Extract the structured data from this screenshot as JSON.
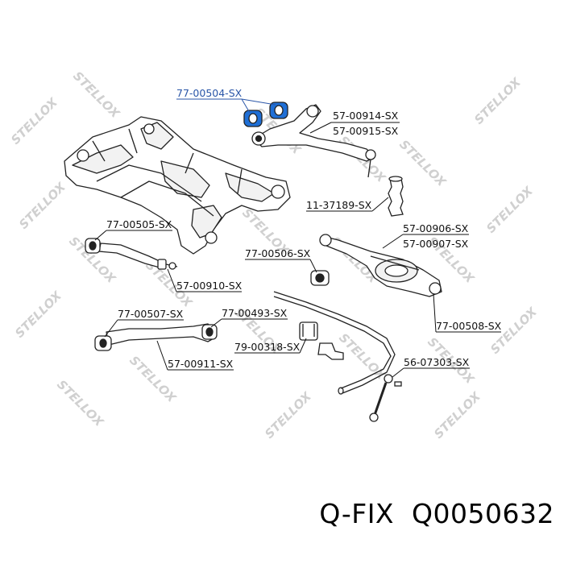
{
  "watermark": {
    "text": "STELLOX",
    "color": "#cfcfcf"
  },
  "colors": {
    "leader_highlight": "#2a56a8",
    "leader": "#111111",
    "part_stroke": "#222222"
  },
  "labels": {
    "l_77_00504": "77-00504-SX",
    "l_57_00914": "57-00914-SX",
    "l_57_00915": "57-00915-SX",
    "l_11_37189": "11-37189-SX",
    "l_77_00505": "77-00505-SX",
    "l_57_00906": "57-00906-SX",
    "l_57_00907": "57-00907-SX",
    "l_77_00506": "77-00506-SX",
    "l_57_00910": "57-00910-SX",
    "l_77_00507": "77-00507-SX",
    "l_77_00493": "77-00493-SX",
    "l_79_00318": "79-00318-SX",
    "l_77_00508": "77-00508-SX",
    "l_57_00911": "57-00911-SX",
    "l_56_07303": "56-07303-SX"
  },
  "footer": {
    "brand": "Q-FIX",
    "part_number": "Q0050632"
  }
}
